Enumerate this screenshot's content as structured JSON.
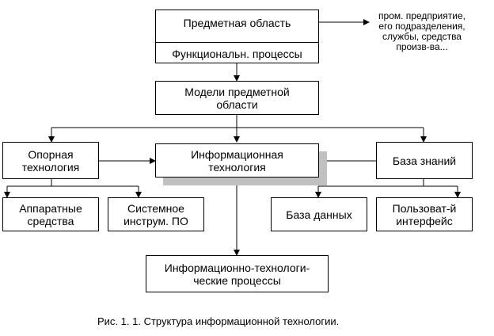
{
  "nodes": {
    "subject_area": {
      "title": "Предметная область",
      "sub": "Функциональн. процессы"
    },
    "subject_models": {
      "line1": "Модели предметной",
      "line2": "области"
    },
    "support_tech": {
      "line1": "Опорная",
      "line2": "технология"
    },
    "info_tech": {
      "line1": "Информационная",
      "line2": "технология"
    },
    "knowledge_base": {
      "label": "База знаний"
    },
    "hardware": {
      "line1": "Аппаратные",
      "line2": "средства"
    },
    "system_tools": {
      "line1": "Системное",
      "line2": "инструм. ПО"
    },
    "database": {
      "label": "База данных"
    },
    "user_interface": {
      "line1": "Пользоват-й",
      "line2": "интерфейс"
    },
    "it_processes": {
      "line1": "Информационно-технологи-",
      "line2": "ческие процессы"
    }
  },
  "note": {
    "lines": [
      "пром. предприятие,",
      "его подразделения,",
      "службы, средства",
      "произв-ва..."
    ]
  },
  "caption": "Рис. 1. 1. Структура информационной технологии.",
  "colors": {
    "line": "#000000",
    "shadow": "#c0c0c0",
    "background": "#ffffff"
  }
}
